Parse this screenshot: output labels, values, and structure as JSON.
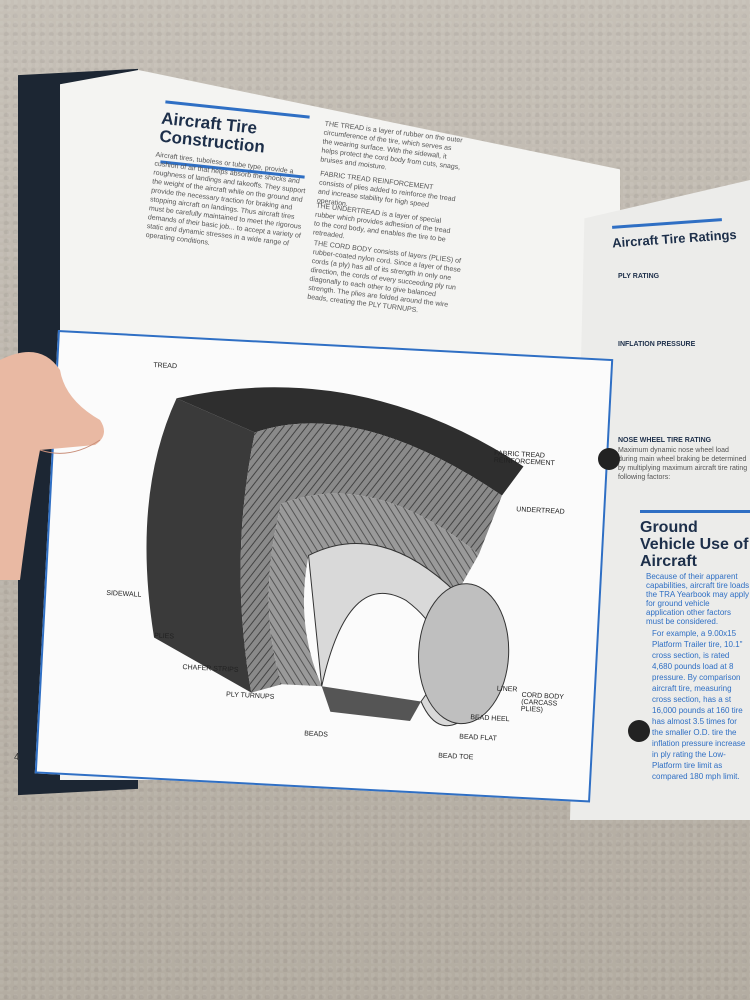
{
  "left_page": {
    "title": "Aircraft Tire Construction",
    "intro": "Aircraft tires, tubeless or tube type, provide a cushion of air that helps absorb the shocks and roughness of landings and takeoffs. They support the weight of the aircraft while on the ground and provide the necessary traction for braking and stopping aircraft on landings. Thus aircraft tires must be carefully maintained to meet the rigorous demands of their basic job... to accept a variety of static and dynamic stresses in a wide range of operating conditions.",
    "tread": "THE TREAD is a layer of rubber on the outer circumference of the tire, which serves as the wearing surface. With the sidewall, it helps protect the cord body from cuts, snags, bruises and moisture.",
    "fabric_tread": "FABRIC TREAD REINFORCEMENT consists of plies added to reinforce the tread and increase stability for high speed operation.",
    "undertread": "THE UNDERTREAD is a layer of special rubber which provides adhesion of the tread to the cord body, and enables the tire to be retreaded.",
    "cord_body": "THE CORD BODY consists of layers (PLIES) of rubber-coated nylon cord. Since a layer of these cords (a ply) has all of its strength in only one direction, the cords of every succeeding ply run diagonally to each other to give balanced strength. The plies are folded around the wire beads, creating the PLY TURNUPS.",
    "page_number": "4"
  },
  "diagram": {
    "labels": {
      "tread": "TREAD",
      "fabric": "FABRIC TREAD REINFORCEMENT",
      "undertread": "UNDERTREAD",
      "sidewall": "SIDEWALL",
      "plies": "PLIES",
      "chafer": "CHAFER STRIPS",
      "turnups": "PLY TURNUPS",
      "beads": "BEADS",
      "liner": "LINER",
      "cord_body": "CORD BODY (CARCASS PLIES)",
      "bead_heel": "BEAD HEEL",
      "bead_flat": "BEAD FLAT",
      "bead_toe": "BEAD TOE"
    }
  },
  "right_page": {
    "title": "Aircraft Tire Ratings",
    "ply_heading": "PLY RATING",
    "inflation_heading": "INFLATION PRESSURE",
    "nose_heading": "NOSE WHEEL TIRE RATING",
    "nose_text": "Maximum dynamic nose wheel load during main wheel braking be determined by multiplying maximum aircraft tire rating following factors:",
    "section_title": "Ground Vehicle Use of Aircraft",
    "section_text": "Because of their apparent capabilities, aircraft tire loads the TRA Yearbook may apply for ground vehicle application other factors must be considered.",
    "example_text": "For example, a 9.00x15 Platform Trailer tire, 10.1\" cross section, is rated 4,680 pounds load at 8 pressure. By comparison aircraft tire, measuring cross section, has a st 16,000 pounds at 160 tire has almost 3.5 times for the smaller O.D. tire the inflation pressure increase in ply rating the Low-Platform tire limit as compared 180 mph limit."
  },
  "colors": {
    "accent": "#2f6fc4",
    "heading": "#1d2f4a"
  }
}
